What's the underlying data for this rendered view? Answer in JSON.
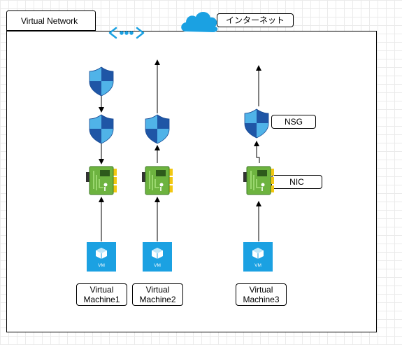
{
  "diagram": {
    "vnet_title": "Virtual Network",
    "internet_label": "インターネット",
    "nsg_label": "NSG",
    "nic_label": "NIC",
    "vm_badge": "VM",
    "vms": [
      {
        "label": "Virtual\nMachine1"
      },
      {
        "label": "Virtual\nMachine2"
      },
      {
        "label": "Virtual\nMachine3"
      }
    ],
    "colors": {
      "azure_blue": "#1ba1e2",
      "shield_dark": "#1f56a6",
      "shield_light": "#50b3e8",
      "nic_green": "#6db33f",
      "nic_dark": "#3d7a26",
      "nic_gold": "#f2c811"
    },
    "icons": [
      "vnet-icon",
      "cloud-icon",
      "shield-icon",
      "nic-icon",
      "vm-icon"
    ]
  }
}
